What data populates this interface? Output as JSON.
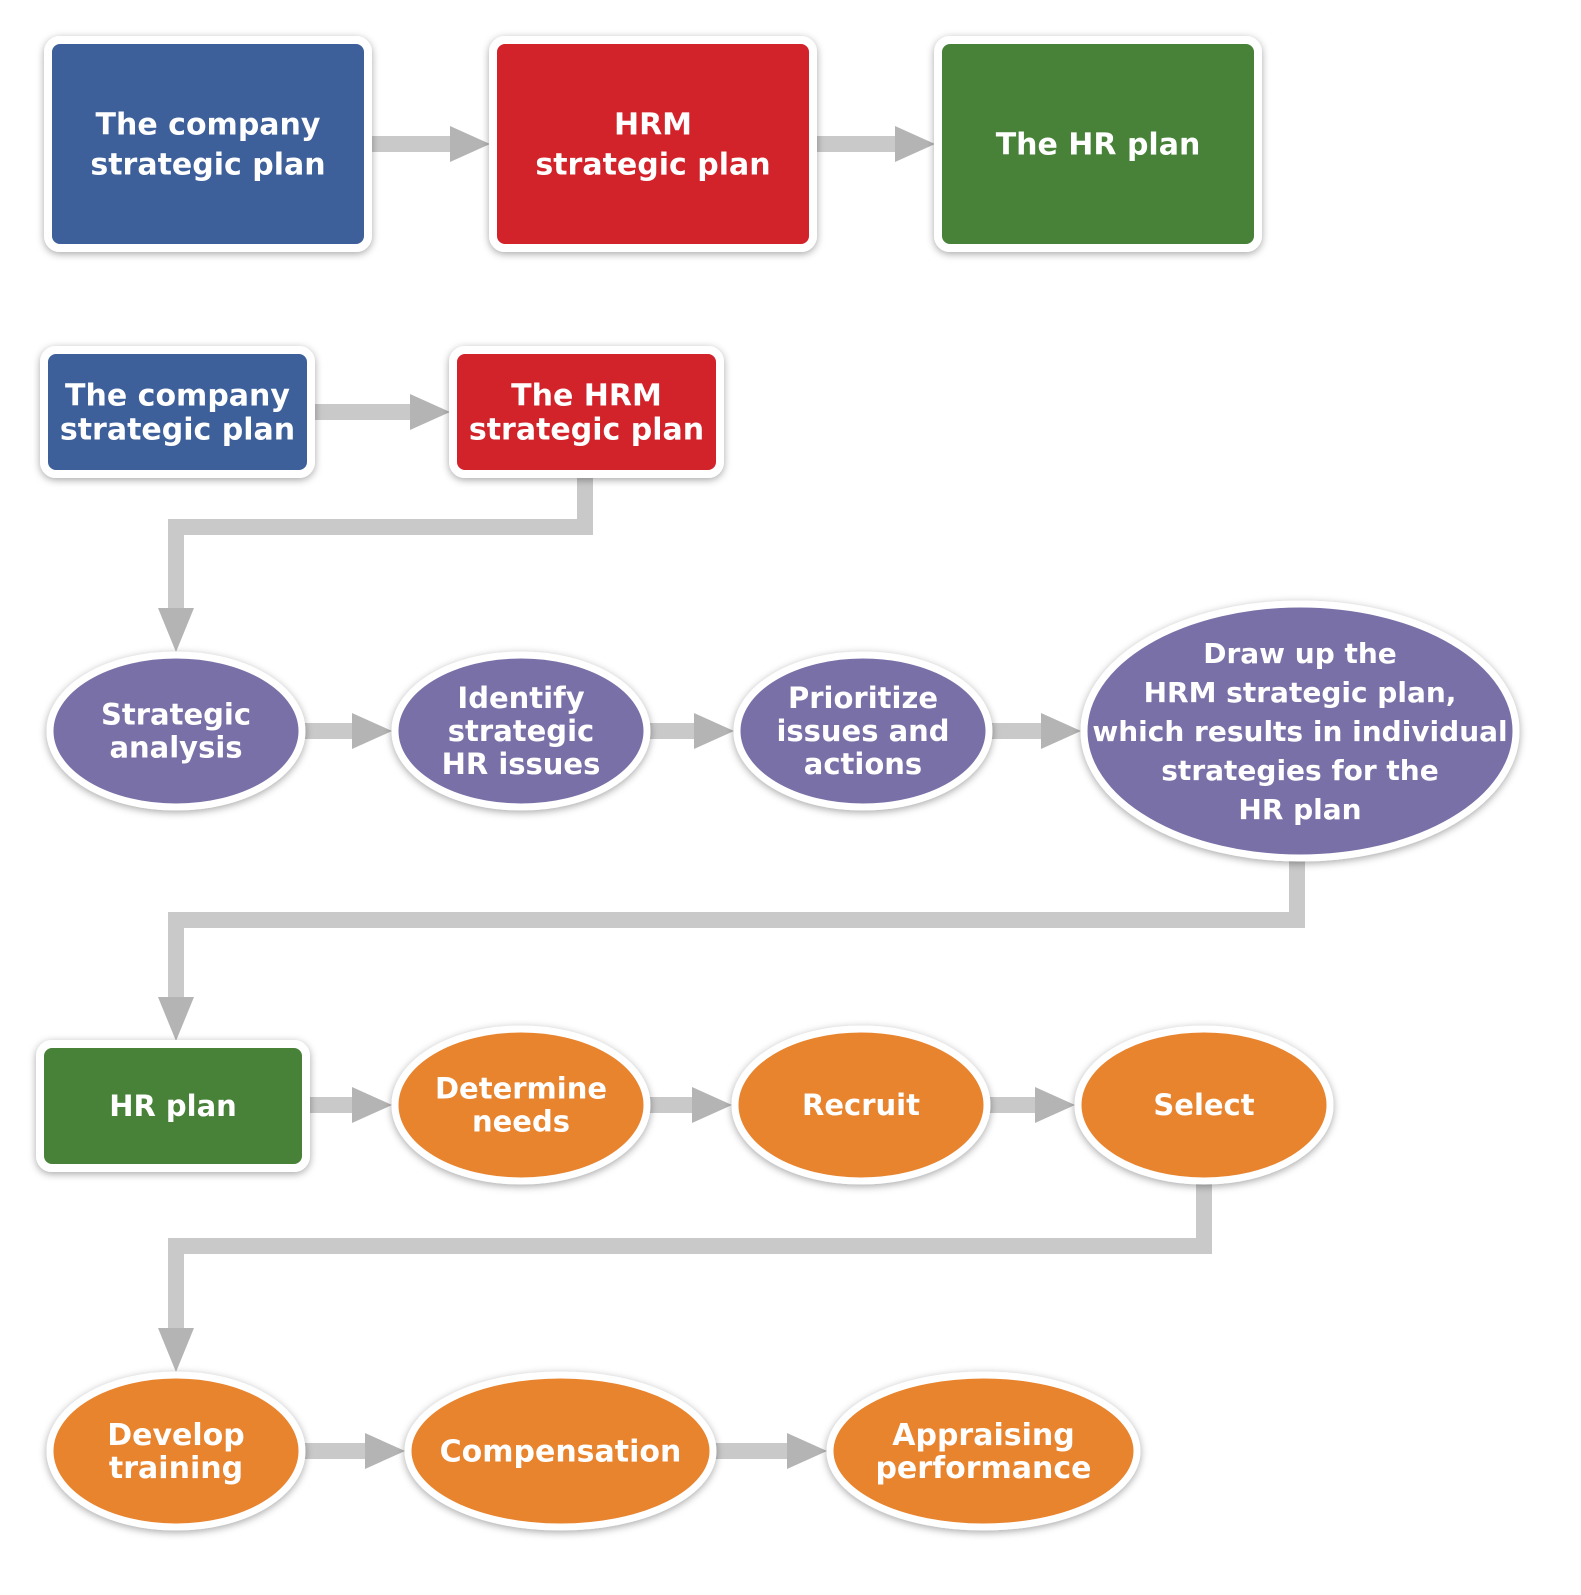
{
  "colors": {
    "blue": "#3c5f9a",
    "red": "#d2202c",
    "green": "#478238",
    "purple": "#7a6fa8",
    "orange": "#e8832d",
    "connector": "#c9c9c9",
    "arrowhead": "#b4b4b4"
  },
  "top_row": [
    {
      "label": [
        "The company",
        "strategic plan"
      ],
      "color": "blue"
    },
    {
      "label": [
        "HRM",
        "strategic plan"
      ],
      "color": "red"
    },
    {
      "label": [
        "The HR plan"
      ],
      "color": "green"
    }
  ],
  "second_row": [
    {
      "label": [
        "The company",
        "strategic plan"
      ],
      "color": "blue"
    },
    {
      "label": [
        "The HRM",
        "strategic plan"
      ],
      "color": "red"
    }
  ],
  "analysis_row": [
    {
      "label": [
        "Strategic",
        "analysis"
      ],
      "color": "purple"
    },
    {
      "label": [
        "Identify",
        "strategic",
        "HR issues"
      ],
      "color": "purple"
    },
    {
      "label": [
        "Prioritize",
        "issues and",
        "actions"
      ],
      "color": "purple"
    },
    {
      "label": [
        "Draw up the",
        "HRM strategic plan,",
        "which results in individual",
        "strategies for the",
        "HR plan"
      ],
      "color": "purple"
    }
  ],
  "hr_row": [
    {
      "label": [
        "HR plan"
      ],
      "color": "green"
    },
    {
      "label": [
        "Determine",
        "needs"
      ],
      "color": "orange"
    },
    {
      "label": [
        "Recruit"
      ],
      "color": "orange"
    },
    {
      "label": [
        "Select"
      ],
      "color": "orange"
    }
  ],
  "final_row": [
    {
      "label": [
        "Develop",
        "training"
      ],
      "color": "orange"
    },
    {
      "label": [
        "Compensation"
      ],
      "color": "orange"
    },
    {
      "label": [
        "Appraising",
        "performance"
      ],
      "color": "orange"
    }
  ]
}
